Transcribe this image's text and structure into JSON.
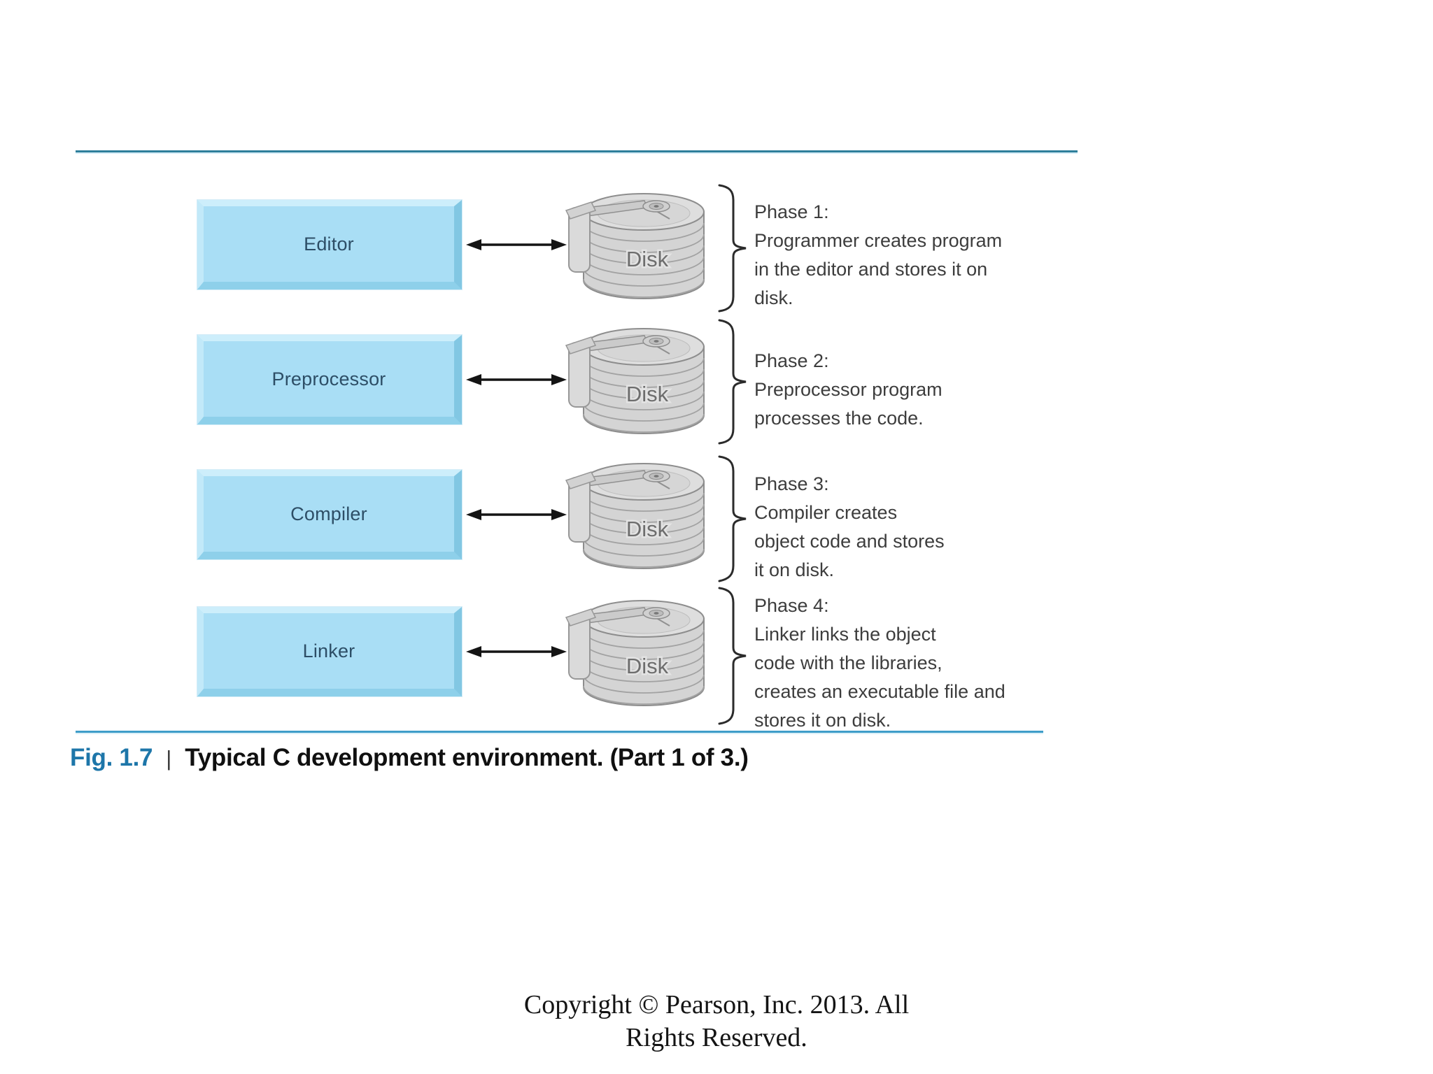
{
  "figure": {
    "caption_fig_label": "Fig. 1.7",
    "caption_separator": "|",
    "caption_text": "Typical C development environment. (Part 1 of 3.)"
  },
  "rows": [
    {
      "box_label": "Editor",
      "disk_label": "Disk",
      "phase_lines": [
        "Phase 1:",
        "Programmer creates program",
        "in the editor and stores it on",
        "disk."
      ]
    },
    {
      "box_label": "Preprocessor",
      "disk_label": "Disk",
      "phase_lines": [
        "Phase 2:",
        "Preprocessor program",
        "processes the code."
      ]
    },
    {
      "box_label": "Compiler",
      "disk_label": "Disk",
      "phase_lines": [
        "Phase 3:",
        "Compiler creates",
        "object code and stores",
        "it on disk."
      ]
    },
    {
      "box_label": "Linker",
      "disk_label": "Disk",
      "phase_lines": [
        "Phase 4:",
        "Linker links the object",
        "code with the libraries,",
        "creates an executable file and",
        "stores it on disk."
      ]
    }
  ],
  "footer": {
    "line1": "Copyright © Pearson, Inc. 2013. All",
    "line2": "Rights Reserved."
  },
  "colors": {
    "box_fill": "#a9def5",
    "box_label_text": "#2d4e66",
    "rule_top": "#2e7f9b",
    "rule_bottom": "#3f9dc9",
    "fig_label": "#1d76a9",
    "phase_text": "#3d3d3d",
    "arrow": "#141414",
    "disk_body": "#d4d4d4"
  }
}
